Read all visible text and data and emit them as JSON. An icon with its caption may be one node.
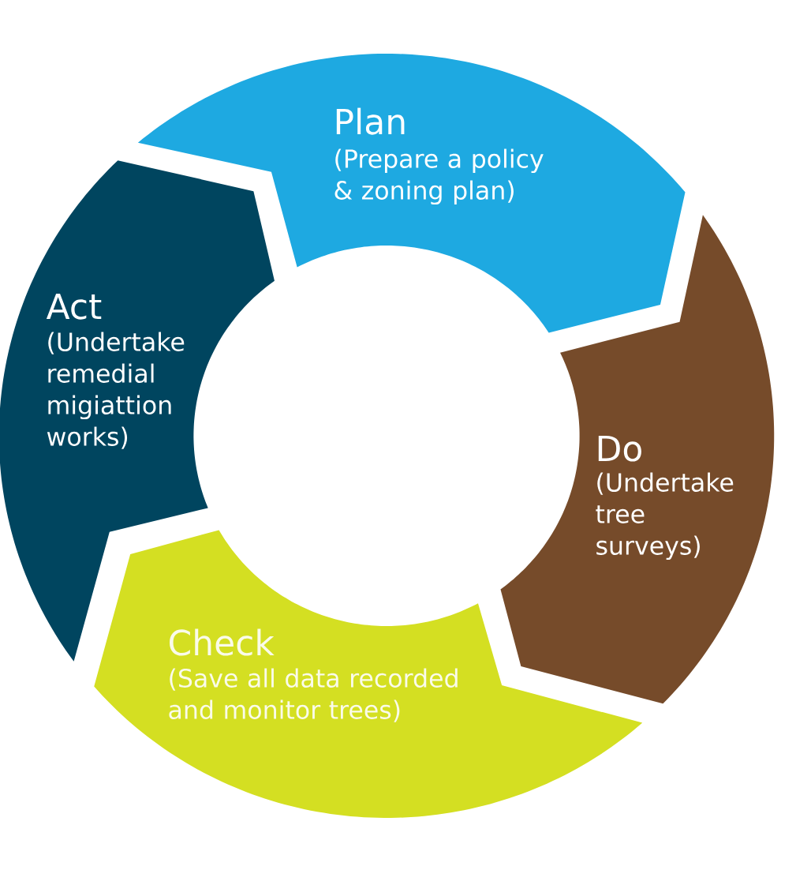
{
  "diagram": {
    "nodes": [
      {
        "text": [
          "Plan",
          "(Prepare a policy & zoning plan)"
        ]
      },
      {
        "text": [
          "Do",
          "(Undertake tree surveys)"
        ]
      },
      {
        "text": [
          "Check",
          "(Save all data recorded and monitor trees)"
        ]
      },
      {
        "text": [
          "Act",
          "(Undertake remedial migiattion works)"
        ]
      }
    ]
  }
}
